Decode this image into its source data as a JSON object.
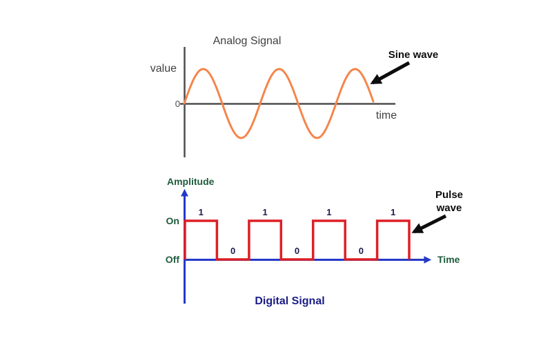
{
  "analog": {
    "title": "Analog Signal",
    "y_axis_label": "value",
    "origin_label": "0",
    "x_axis_label": "time",
    "annotation": "Sine wave",
    "wave": {
      "type": "sine",
      "cycles": 2.5
    },
    "colors": {
      "wave": "#F5854A",
      "axis": "#4D4D4D",
      "text": "#3F3F3F"
    }
  },
  "digital": {
    "y_axis_label": "Amplitude",
    "on_label": "On",
    "off_label": "Off",
    "x_axis_label": "Time",
    "title": "Digital Signal",
    "annotation_line1": "Pulse",
    "annotation_line2": "wave",
    "wave": {
      "type": "pulse",
      "bits": [
        1,
        0,
        1,
        0,
        1,
        0,
        1
      ]
    },
    "colors": {
      "wave": "#DE1F26",
      "axis": "#2438C8",
      "labels": "#1E5B3C",
      "title": "#1B1C85",
      "bits": "#1B1B4D"
    }
  },
  "chart_data": [
    {
      "type": "line",
      "title": "Analog Signal",
      "xlabel": "time",
      "ylabel": "value",
      "series": [
        {
          "name": "Sine wave",
          "description": "sine wave, 2.5 cycles, starts and ends at 0, symmetric amplitude about axis"
        }
      ],
      "annotations": [
        "Sine wave"
      ]
    },
    {
      "type": "line",
      "title": "Digital Signal",
      "xlabel": "Time",
      "ylabel": "Amplitude",
      "ytick_labels": [
        "On",
        "Off"
      ],
      "series": [
        {
          "name": "Pulse wave",
          "values": [
            1,
            0,
            1,
            0,
            1,
            0,
            1
          ]
        }
      ],
      "annotations": [
        "Pulse wave"
      ]
    }
  ]
}
